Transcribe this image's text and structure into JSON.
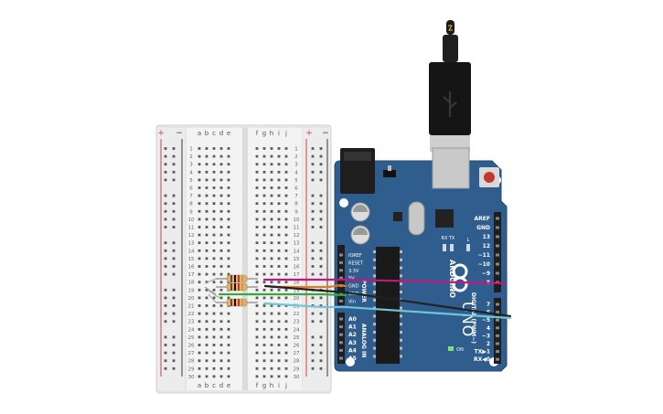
{
  "breadboard": {
    "columns_left": [
      "a",
      "b",
      "c",
      "d",
      "e"
    ],
    "columns_right": [
      "f",
      "g",
      "h",
      "i",
      "j"
    ],
    "row_count": 30,
    "rail_plus": "+",
    "rail_minus": "−"
  },
  "arduino": {
    "brand": "ARDUINO",
    "model": "UNO",
    "power_header_label": "POWER",
    "analog_header_label": "ANALOG IN",
    "digital_header_label": "DIGITAL (PWM~)",
    "power_pins": [
      "IOREF",
      "RESET",
      "3.3V",
      "5V",
      "GND",
      "GND",
      "Vin"
    ],
    "analog_pins": [
      "A0",
      "A1",
      "A2",
      "A3",
      "A4",
      "A5"
    ],
    "digital_top": [
      "AREF",
      "GND",
      "13",
      "12",
      "~11",
      "~10",
      "~9",
      "8"
    ],
    "digital_bottom": [
      "7",
      "~6",
      "~5",
      "4",
      "~3",
      "2",
      "TX▶1",
      "RX◀0"
    ],
    "leds": [
      "L",
      "TX",
      "RX"
    ],
    "on_label": "ON"
  },
  "colors": {
    "board": "#2f5e8e",
    "board_edge": "#23476d",
    "wire_magenta": "#c3177c",
    "wire_orange": "#e27b1f",
    "wire_black": "#222222",
    "wire_green": "#37a83c",
    "wire_cyan": "#6ec6d8"
  }
}
